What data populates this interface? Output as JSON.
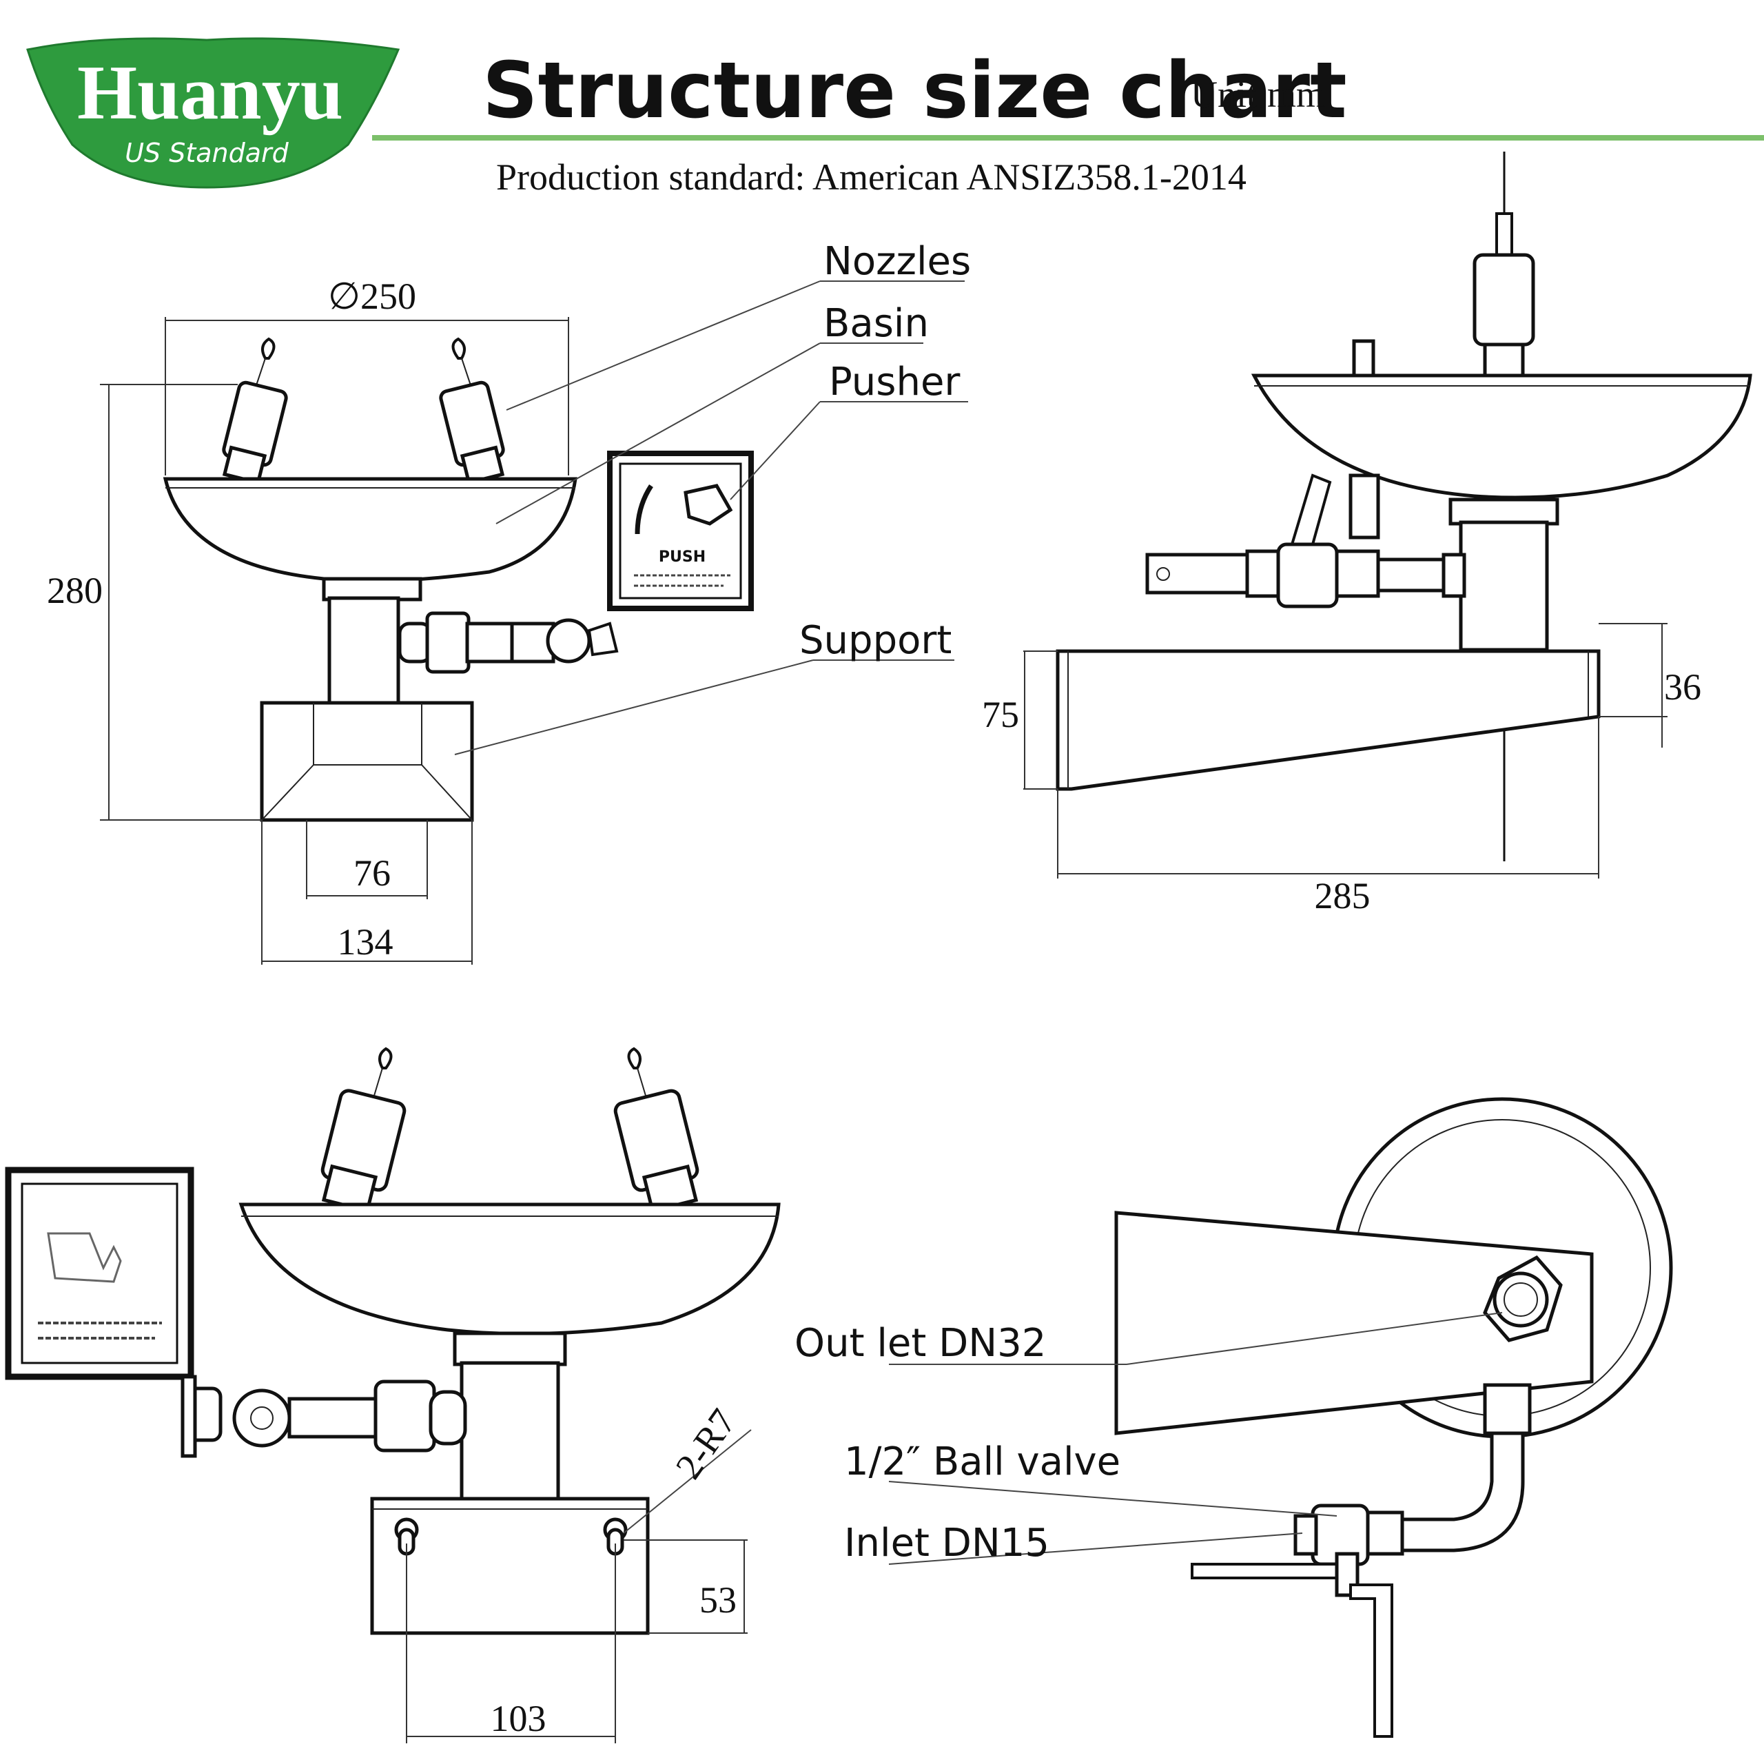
{
  "brand": {
    "name": "Huanyu",
    "tagline": "US Standard",
    "badge_color": "#2e9b3e",
    "rule_color": "#7cc06a"
  },
  "header": {
    "title": "Structure size chart",
    "unit": "Unit:mm",
    "standard": "Production standard: American ANSIZ358.1-2014"
  },
  "labels": {
    "nozzles": "Nozzles",
    "basin": "Basin",
    "pusher": "Pusher",
    "support": "Support",
    "outlet": "Out let DN32",
    "ball_valve": "1/2″  Ball valve",
    "inlet": "Inlet DN15",
    "holes": "2-R7"
  },
  "dimensions": {
    "basin_diameter": "∅250",
    "total_height": "280",
    "support_inner": "76",
    "support_outer": "134",
    "support_depth": "285",
    "support_back_height": "75",
    "support_front_height": "36",
    "hole_vertical": "53",
    "hole_spacing": "103"
  },
  "sign": {
    "push": "PUSH"
  }
}
